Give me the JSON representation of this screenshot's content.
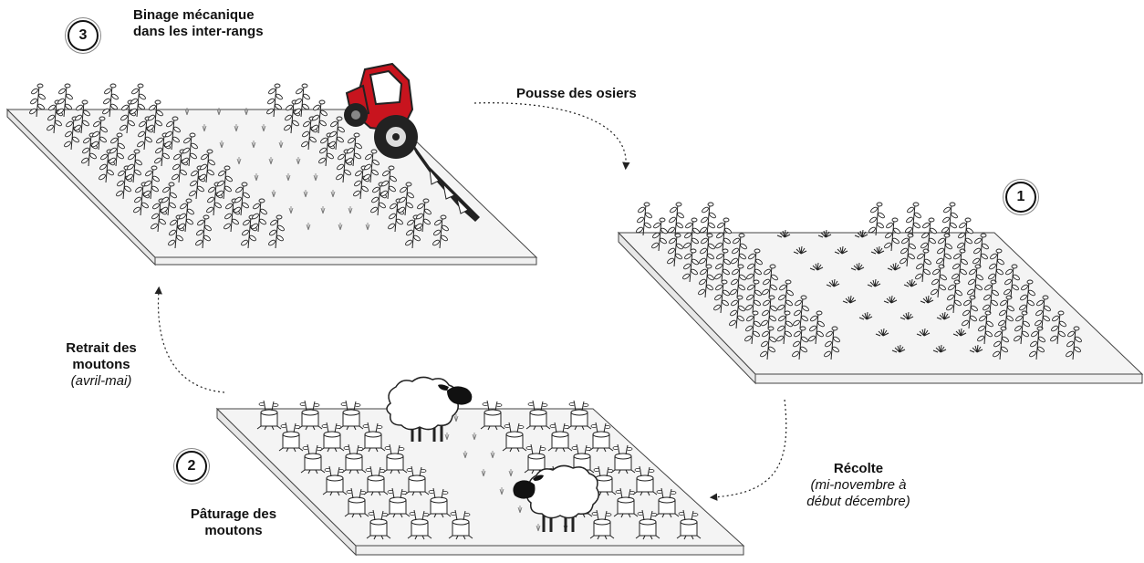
{
  "stages": [
    {
      "id": "stage-3",
      "number": "3",
      "label_line1": "Binage mécanique",
      "label_line2": "dans les inter-rangs"
    },
    {
      "id": "stage-1",
      "number": "1"
    },
    {
      "id": "stage-2",
      "number": "2",
      "label_line1": "Pâturage des",
      "label_line2": "moutons"
    }
  ],
  "transitions": [
    {
      "id": "pousse",
      "title": "Pousse des osiers"
    },
    {
      "id": "recolte",
      "title": "Récolte",
      "sub_line1": "(mi-novembre à",
      "sub_line2": "début décembre)"
    },
    {
      "id": "retrait",
      "title_line1": "Retrait des",
      "title_line2": "moutons",
      "sub": "(avril-mai)"
    }
  ],
  "colors": {
    "tractor": "#c8141e",
    "ink": "#111111",
    "plot_top": "#f4f4f4",
    "plot_edge": "#ffffff",
    "outline": "#333333"
  }
}
